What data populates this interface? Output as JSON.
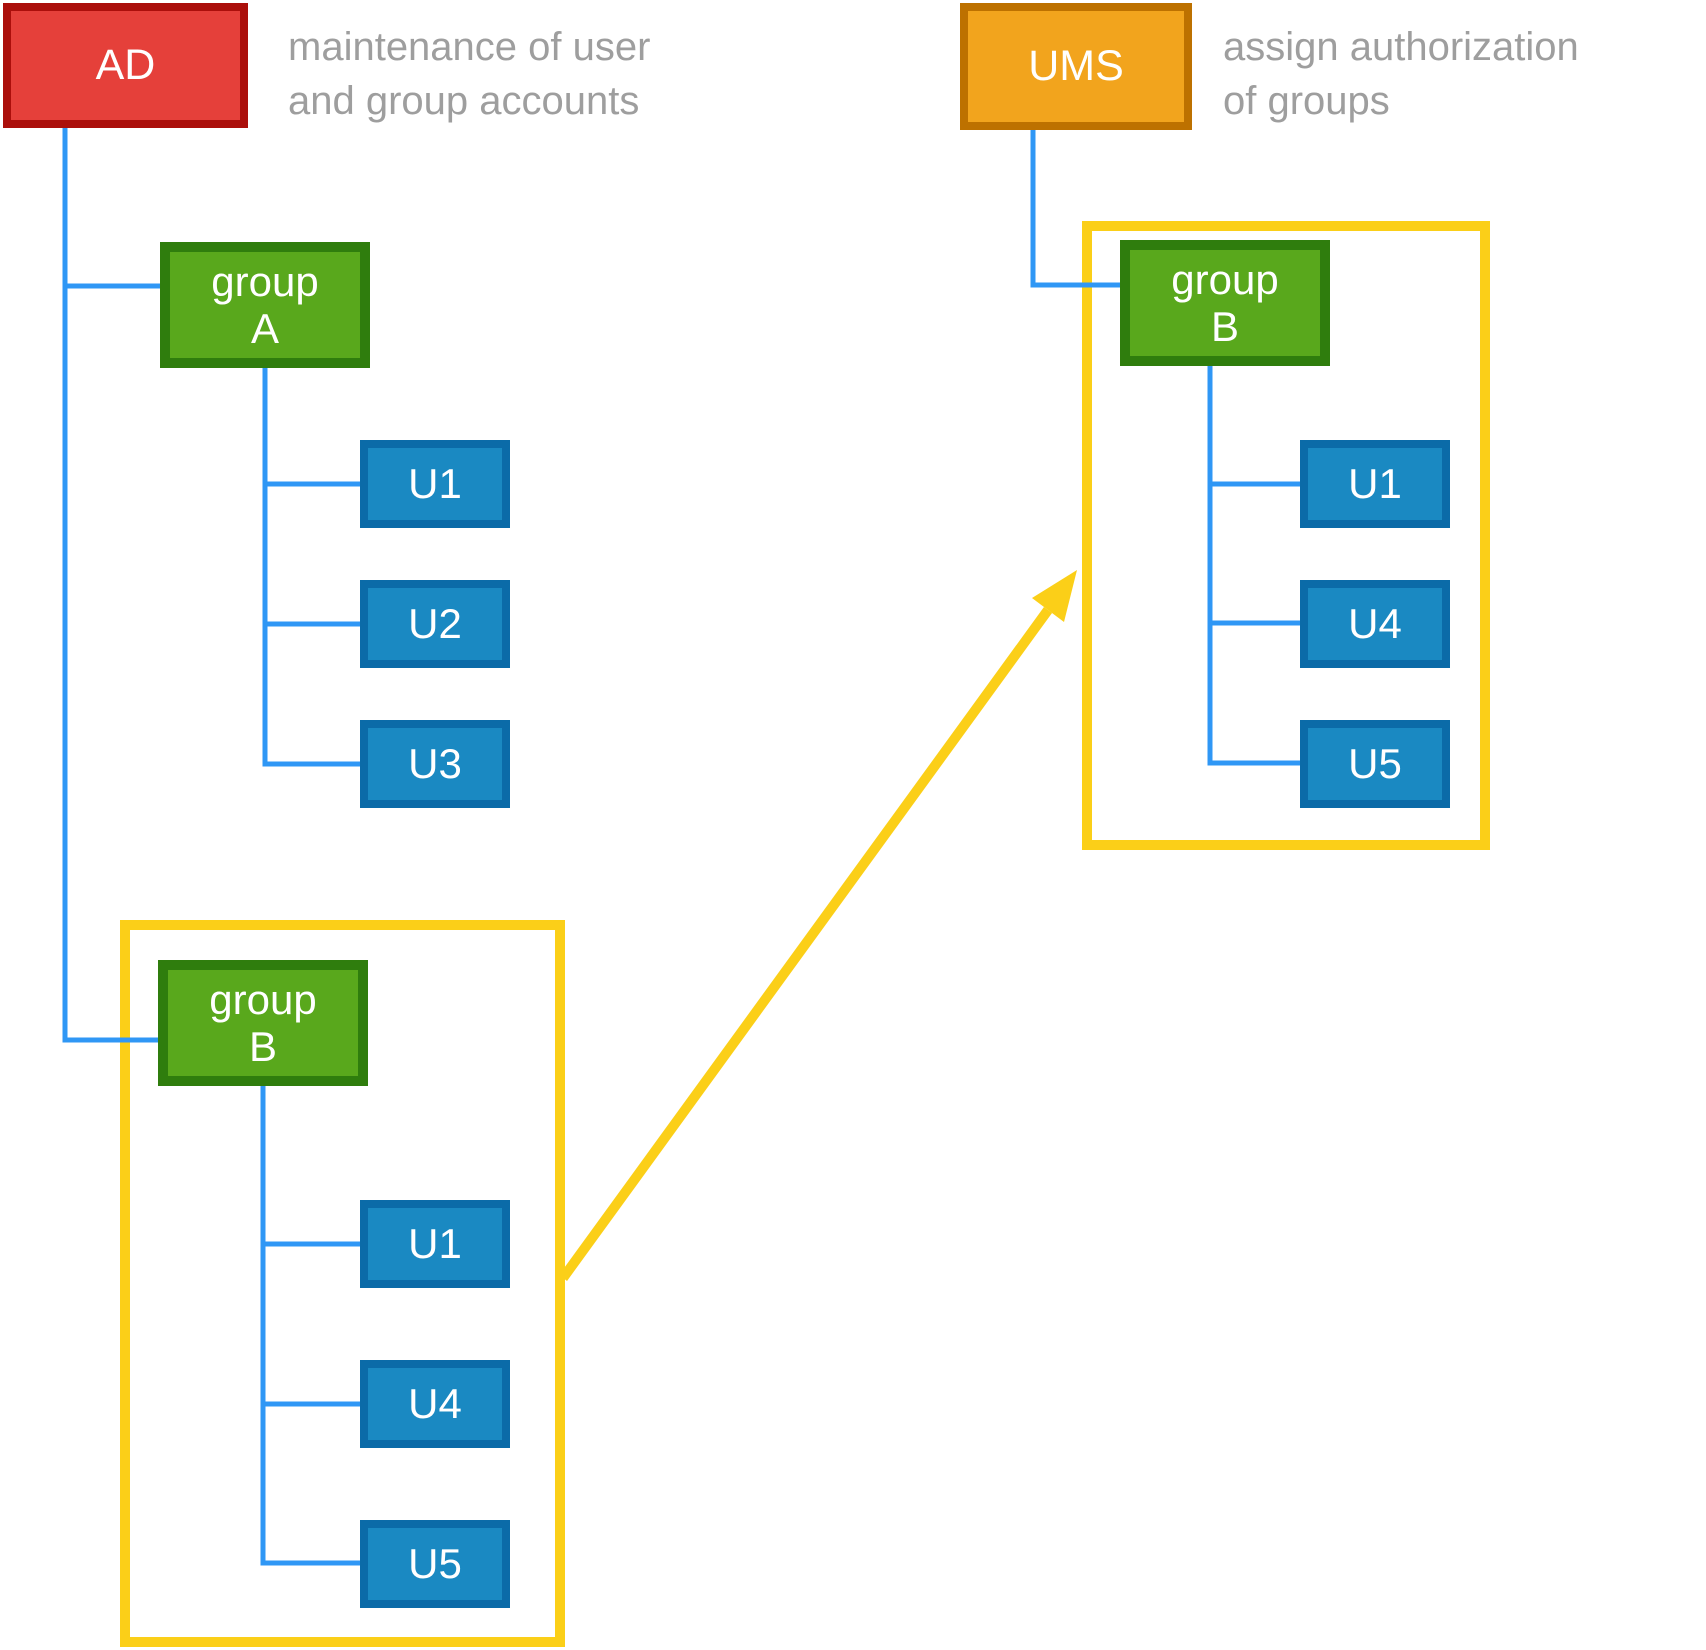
{
  "diagram": {
    "ad": {
      "label": "AD",
      "note_line1": "maintenance of user",
      "note_line2": "and group accounts"
    },
    "ums": {
      "label": "UMS",
      "note_line1": "assign authorization",
      "note_line2": "of groups"
    },
    "ad_tree": {
      "group_a": {
        "label_top": "group",
        "label_bottom": "A",
        "users": [
          "U1",
          "U2",
          "U3"
        ]
      },
      "group_b": {
        "label_top": "group",
        "label_bottom": "B",
        "users": [
          "U1",
          "U4",
          "U5"
        ]
      }
    },
    "ums_tree": {
      "group_b": {
        "label_top": "group",
        "label_bottom": "B",
        "users": [
          "U1",
          "U4",
          "U5"
        ]
      }
    },
    "colors": {
      "ad_fill": "#e5403a",
      "ad_border": "#ab0f0b",
      "ums_fill": "#f2a41d",
      "ums_border": "#bd7100",
      "group_fill": "#59a81c",
      "group_border": "#2f7d0d",
      "user_fill": "#1a89c2",
      "user_border": "#0b6ba8",
      "connector_blue": "#2f97f5",
      "highlight_yellow": "#fbcf18",
      "note_gray": "#9e9e9e",
      "label_white": "#ffffff"
    }
  }
}
